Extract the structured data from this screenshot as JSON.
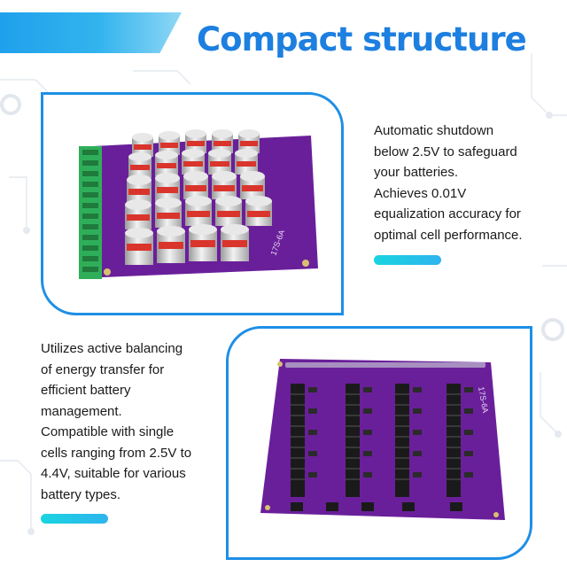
{
  "header": {
    "title": "Compact structure"
  },
  "feature_top": {
    "lines": [
      "Automatic shutdown",
      "below 2.5V to safeguard",
      "your batteries.",
      "Achieves 0.01V",
      "equalization accuracy for",
      "optimal cell performance."
    ]
  },
  "feature_bottom": {
    "lines": [
      "Utilizes active balancing",
      "of energy transfer for",
      "efficient battery",
      "management.",
      "Compatible with single",
      "cells ranging from 2.5V to",
      "4.4V, suitable for various",
      "battery types."
    ]
  },
  "board_top": {
    "silkscreen": "17S-6A"
  },
  "board_bottom": {
    "silkscreen": "17S-6A"
  },
  "colors": {
    "accent_blue": "#1e8fe6",
    "title_blue": "#1d7fe0",
    "pcb_purple": "#6a1f9a",
    "terminal_green": "#2fae5a",
    "capacitor_red": "#d9352c",
    "pill_cyan": "#19d4e0"
  }
}
